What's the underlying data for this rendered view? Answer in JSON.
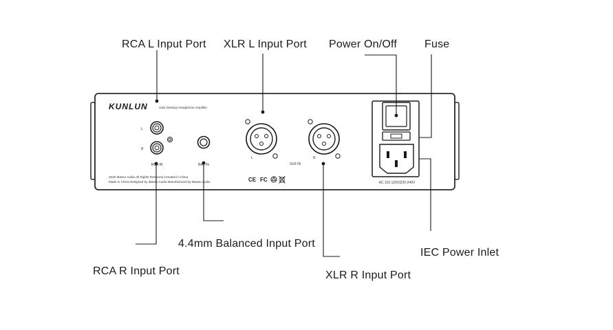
{
  "callouts": {
    "rca_l": "RCA L Input Port",
    "xlr_l": "XLR L Input Port",
    "power": "Power On/Off",
    "fuse": "Fuse",
    "bal": "4.4mm Balanced Input Port",
    "iec": "IEC Power Inlet",
    "rca_r": "RCA R Input Port",
    "xlr_r": "XLR R Input Port"
  },
  "panel": {
    "brand": "KUNLUN",
    "subtitle": "GaN Desktop Headphone Amplifier",
    "rca_l_mark": "L",
    "rca_r_mark": "R",
    "rca_in": "RCA IN",
    "bal_in": "BAL IN",
    "xlr_l_mark": "L",
    "xlr_r_mark": "R",
    "xlr_in": "XLR IN",
    "copyright_line1": "2025 iBasso Audio All Rights Reserved Created in China",
    "copyright_line2": "Made in China  Designed by iBasso Audio Manufactured by iBasso Audio",
    "cert_ce": "CE",
    "cert_fc": "FC",
    "ac_rating": "AC 110-120V|220-240V"
  },
  "colors": {
    "line": "#1a1a1a",
    "panel_stroke": "#2a2a2a",
    "background": "#ffffff"
  }
}
